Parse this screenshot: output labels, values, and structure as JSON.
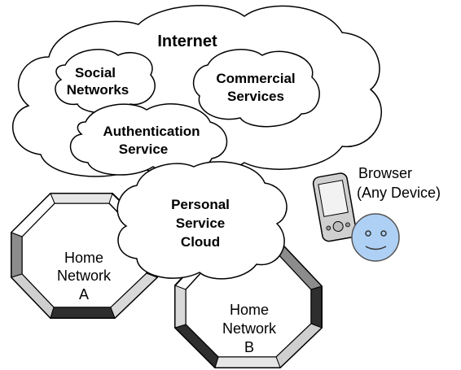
{
  "internet": {
    "label": "Internet"
  },
  "social_networks": {
    "line1": "Social",
    "line2": "Networks"
  },
  "commercial_services": {
    "line1": "Commercial",
    "line2": "Services"
  },
  "authentication_service": {
    "line1": "Authentication",
    "line2": "Service"
  },
  "personal_service_cloud": {
    "line1": "Personal",
    "line2": "Service",
    "line3": "Cloud"
  },
  "browser": {
    "line1": "Browser",
    "line2": "(Any Device)"
  },
  "home_network_a": {
    "line1": "Home",
    "line2": "Network",
    "line3": "A"
  },
  "home_network_b": {
    "line1": "Home",
    "line2": "Network",
    "line3": "B"
  },
  "colors": {
    "face": "#aed0f5",
    "frame_dark": "#333333",
    "frame_light": "#d9d9d9"
  }
}
